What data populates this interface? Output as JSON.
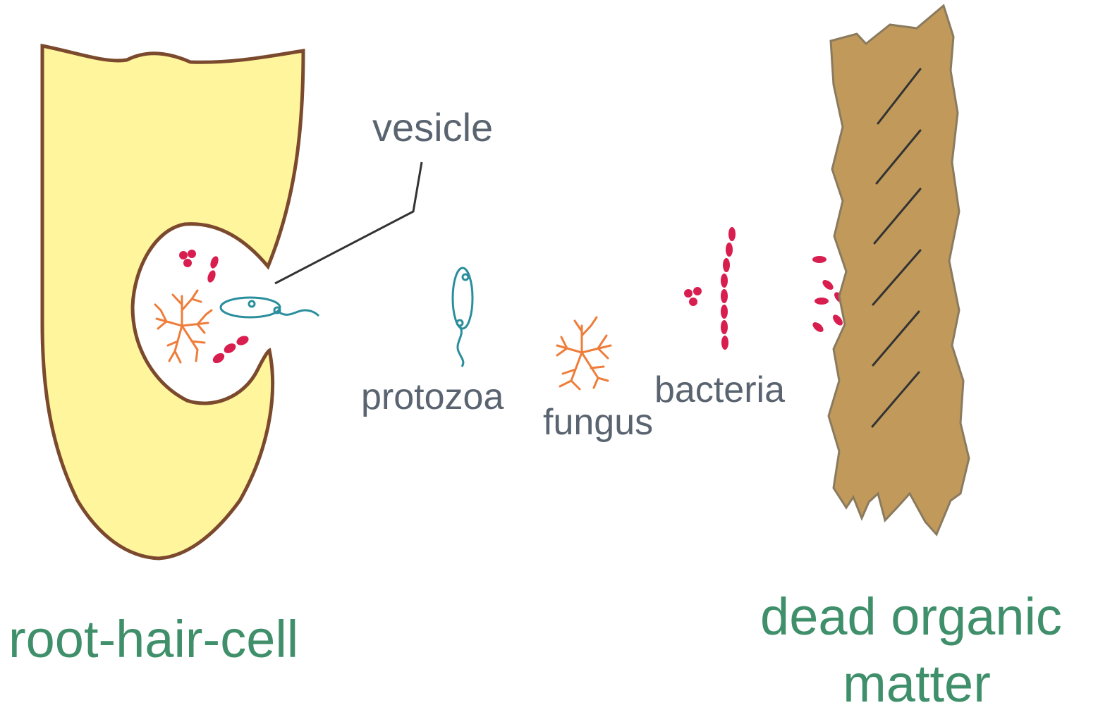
{
  "labels": {
    "vesicle": "vesicle",
    "protozoa": "protozoa",
    "fungus": "fungus",
    "bacteria": "bacteria",
    "root_hair_cell": "root-hair-cell",
    "dead_organic_matter_line1": "dead organic",
    "dead_organic_matter_line2": "matter"
  },
  "colors": {
    "cell_fill": "#fff59d",
    "cell_outline": "#7b4a2e",
    "organic_matter_fill": "#c19a5b",
    "organic_matter_outline": "#8a7a5e",
    "bacteria": "#d81e4f",
    "fungus": "#ee7d3a",
    "protozoa": "#2a8e9c",
    "small_label": "#5a6470",
    "big_label": "#3f8f6a",
    "pointer_line": "#333333"
  }
}
